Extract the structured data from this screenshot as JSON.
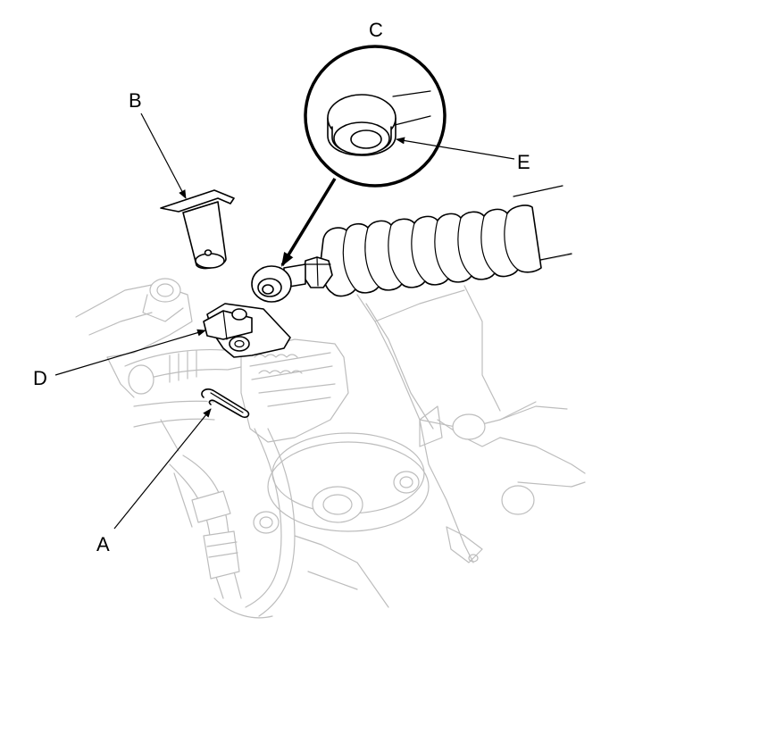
{
  "diagram": {
    "labels": {
      "a": "A",
      "b": "B",
      "c": "C",
      "d": "D",
      "e": "E"
    },
    "colors": {
      "line": "#000000",
      "background_linework": "#bdbdbd",
      "background": "#ffffff"
    }
  }
}
